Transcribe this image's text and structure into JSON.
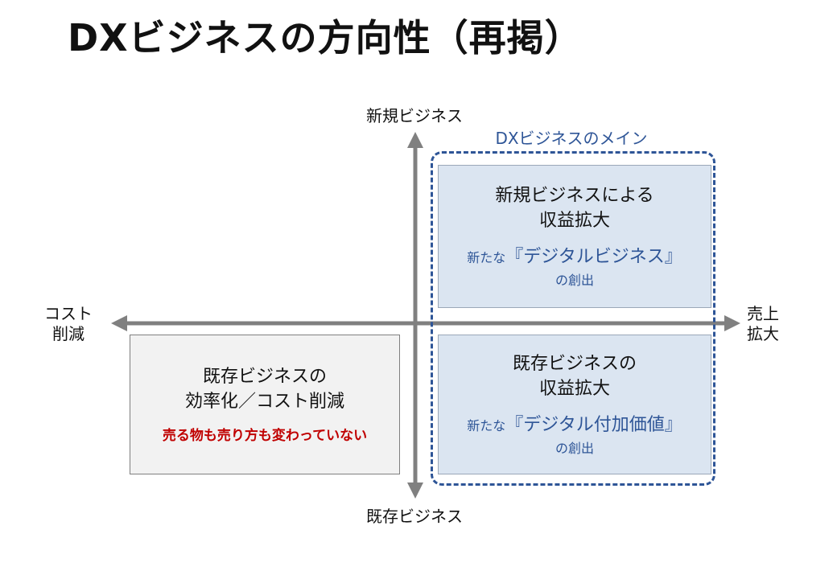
{
  "title": "DXビジネスの方向性（再掲）",
  "axes": {
    "top": "新規ビジネス",
    "bottom": "既存ビジネス",
    "left_line1": "コスト",
    "left_line2": "削減",
    "right_line1": "売上",
    "right_line2": "拡大"
  },
  "dx_main_label": "DXビジネスのメイン",
  "quadrants": {
    "top_right": {
      "title_line1": "新規ビジネスによる",
      "title_line2": "収益拡大",
      "sub_prefix": "新たな",
      "sub_highlight": "『デジタルビジネス』",
      "sub_line2": "の創出"
    },
    "bottom_right": {
      "title_line1": "既存ビジネスの",
      "title_line2": "収益拡大",
      "sub_prefix": "新たな",
      "sub_highlight": "『デジタル付加価値』",
      "sub_line2": "の創出"
    },
    "bottom_left": {
      "title_line1": "既存ビジネスの",
      "title_line2": "効率化／コスト削減",
      "note": "売る物も売り方も変わっていない"
    }
  },
  "colors": {
    "axis": "#808080",
    "accent_blue": "#2e5597",
    "box_blue_fill": "#dbe5f1",
    "box_gray_fill": "#f2f2f2",
    "note_red": "#c00000"
  }
}
